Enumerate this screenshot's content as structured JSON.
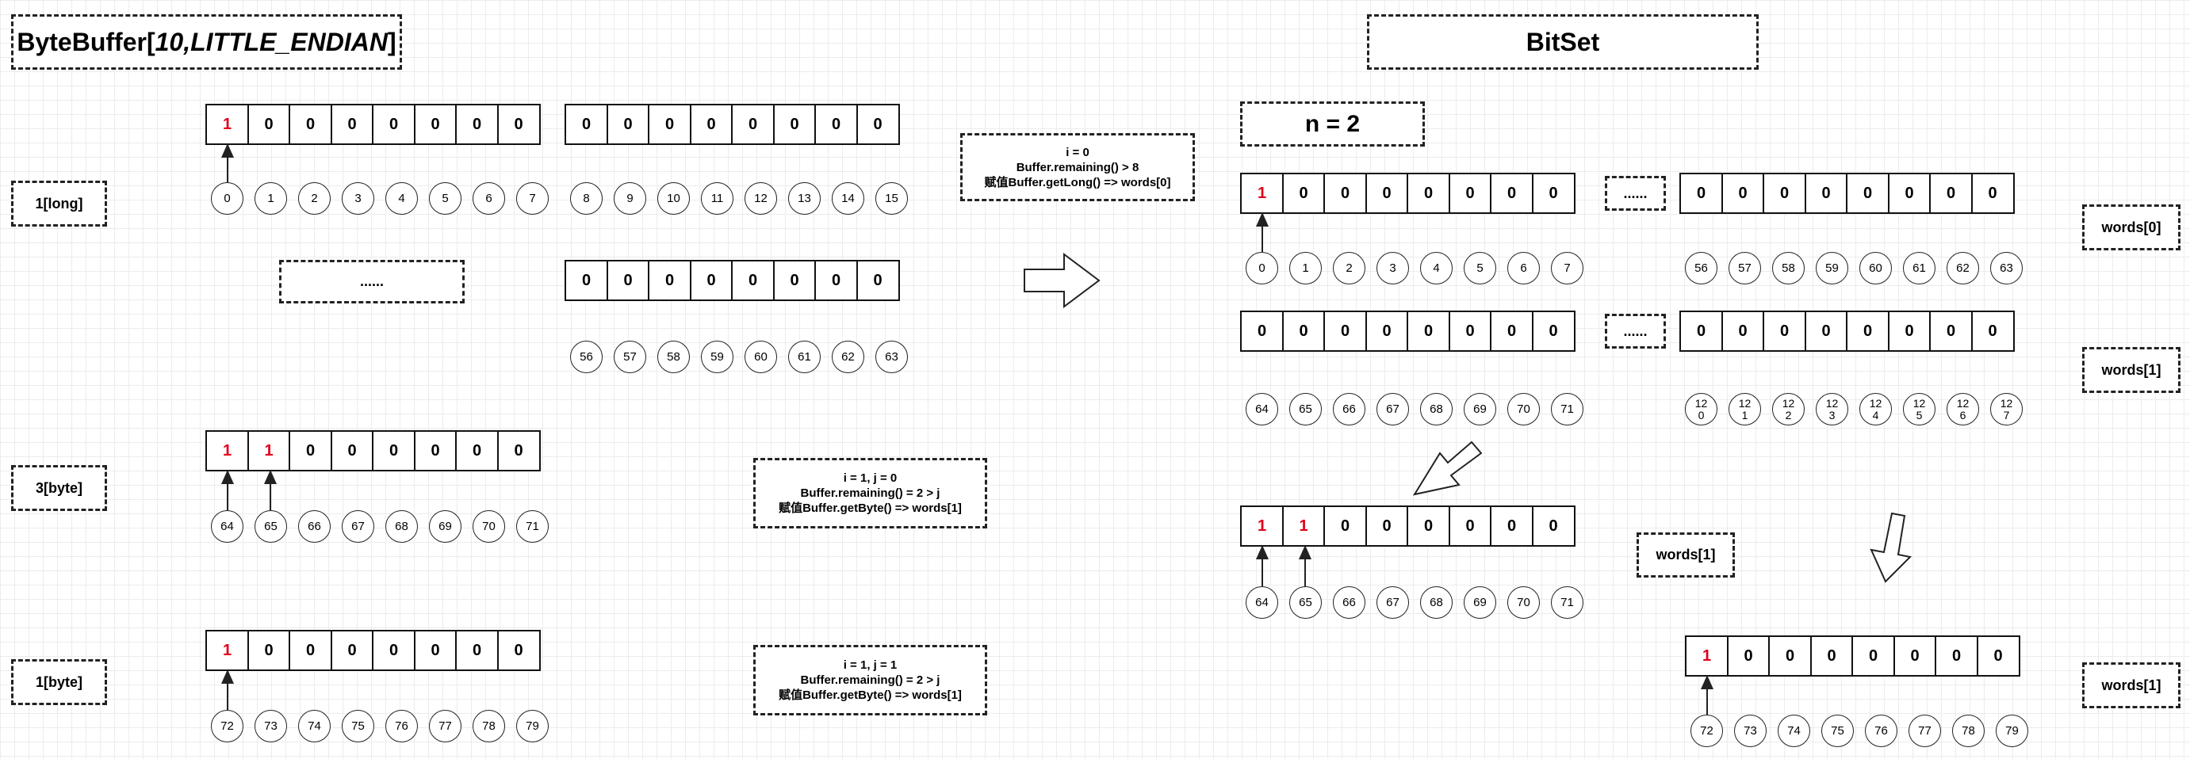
{
  "titles": {
    "bytebuffer_prefix": "ByteBuffer[",
    "bytebuffer_args": "10,LITTLE_ENDIAN",
    "bytebuffer_suffix": "]",
    "bitset": "BitSet"
  },
  "labels": {
    "long_1": "1[long]",
    "byte_3": "3[byte]",
    "byte_1": "1[byte]",
    "n": "n = 2",
    "ellipsis": "......",
    "words0": "words[0]",
    "words1_a": "words[1]",
    "words1_b": "words[1]",
    "words1_c": "words[1]"
  },
  "notes": {
    "note1": [
      "i = 0",
      "Buffer.remaining() > 8",
      "赋值Buffer.getLong() => words[0]"
    ],
    "note2": [
      "i = 1, j = 0",
      "Buffer.remaining() = 2 > j",
      "赋值Buffer.getByte() => words[1]"
    ],
    "note3": [
      "i = 1, j = 1",
      "Buffer.remaining() = 2 > j",
      "赋值Buffer.getByte() => words[1]"
    ]
  },
  "rows": {
    "bb_r1a": {
      "bits": [
        "1",
        "0",
        "0",
        "0",
        "0",
        "0",
        "0",
        "0"
      ],
      "red": [
        0
      ],
      "idx": [
        "0",
        "1",
        "2",
        "3",
        "4",
        "5",
        "6",
        "7"
      ]
    },
    "bb_r1b": {
      "bits": [
        "0",
        "0",
        "0",
        "0",
        "0",
        "0",
        "0",
        "0"
      ],
      "red": [],
      "idx": [
        "8",
        "9",
        "10",
        "11",
        "12",
        "13",
        "14",
        "15"
      ]
    },
    "bb_r1c": {
      "bits": [
        "0",
        "0",
        "0",
        "0",
        "0",
        "0",
        "0",
        "0"
      ],
      "red": [],
      "idx": [
        "56",
        "57",
        "58",
        "59",
        "60",
        "61",
        "62",
        "63"
      ]
    },
    "bb_r2": {
      "bits": [
        "1",
        "1",
        "0",
        "0",
        "0",
        "0",
        "0",
        "0"
      ],
      "red": [
        0,
        1
      ],
      "idx": [
        "64",
        "65",
        "66",
        "67",
        "68",
        "69",
        "70",
        "71"
      ]
    },
    "bb_r3": {
      "bits": [
        "1",
        "0",
        "0",
        "0",
        "0",
        "0",
        "0",
        "0"
      ],
      "red": [
        0
      ],
      "idx": [
        "72",
        "73",
        "74",
        "75",
        "76",
        "77",
        "78",
        "79"
      ]
    },
    "bs_r1a": {
      "bits": [
        "1",
        "0",
        "0",
        "0",
        "0",
        "0",
        "0",
        "0"
      ],
      "red": [
        0
      ],
      "idx": [
        "0",
        "1",
        "2",
        "3",
        "4",
        "5",
        "6",
        "7"
      ]
    },
    "bs_r1b": {
      "bits": [
        "0",
        "0",
        "0",
        "0",
        "0",
        "0",
        "0",
        "0"
      ],
      "red": [],
      "idx": [
        "56",
        "57",
        "58",
        "59",
        "60",
        "61",
        "62",
        "63"
      ]
    },
    "bs_r2a": {
      "bits": [
        "0",
        "0",
        "0",
        "0",
        "0",
        "0",
        "0",
        "0"
      ],
      "red": [],
      "idx": [
        "64",
        "65",
        "66",
        "67",
        "68",
        "69",
        "70",
        "71"
      ]
    },
    "bs_r2b": {
      "bits": [
        "0",
        "0",
        "0",
        "0",
        "0",
        "0",
        "0",
        "0"
      ],
      "red": [],
      "idx": [
        "12\n0",
        "12\n1",
        "12\n2",
        "12\n3",
        "12\n4",
        "12\n5",
        "12\n6",
        "12\n7"
      ]
    },
    "bs_r3": {
      "bits": [
        "1",
        "1",
        "0",
        "0",
        "0",
        "0",
        "0",
        "0"
      ],
      "red": [
        0,
        1
      ],
      "idx": [
        "64",
        "65",
        "66",
        "67",
        "68",
        "69",
        "70",
        "71"
      ]
    },
    "bs_r4": {
      "bits": [
        "1",
        "0",
        "0",
        "0",
        "0",
        "0",
        "0",
        "0"
      ],
      "red": [
        0
      ],
      "idx": [
        "72",
        "73",
        "74",
        "75",
        "76",
        "77",
        "78",
        "79"
      ]
    }
  },
  "colors": {
    "highlight": "#e0001b",
    "border": "#222222"
  }
}
